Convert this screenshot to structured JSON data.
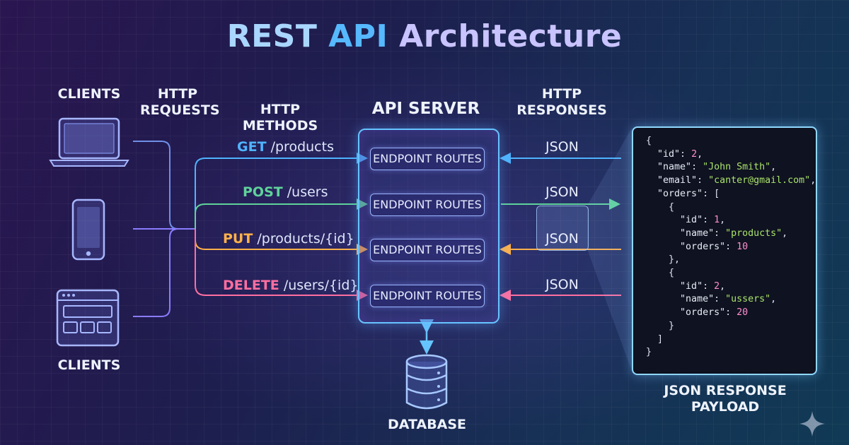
{
  "title": {
    "part1": "REST ",
    "part2": "API",
    "part3": " Architecture"
  },
  "headers": {
    "clients_top": "CLIENTS",
    "http_requests": [
      "HTTP",
      "REQUESTS"
    ],
    "http_methods": "HTTP METHODS",
    "api_server": "API SERVER",
    "http_responses": [
      "HTTP",
      "RESPONSES"
    ],
    "clients_bottom": "CLIENTS",
    "database": "DATABASE",
    "payload": "JSON RESPONSE PAYLOAD"
  },
  "methods": [
    {
      "verb": "GET",
      "path": " /products",
      "color": "#4fb3ff"
    },
    {
      "verb": "POST",
      "path": " /users",
      "color": "#5fd39a"
    },
    {
      "verb": "PUT",
      "path": " /products/{id}",
      "color": "#ffb14a"
    },
    {
      "verb": "DELETE",
      "path": " /users/{id}",
      "color": "#ff6fa0"
    }
  ],
  "endpoints": [
    "ENDPOINT ROUTES",
    "ENDPOINT ROUTES",
    "ENDPOINT ROUTES",
    "ENDPOINT ROUTES"
  ],
  "responses": [
    "JSON",
    "JSON",
    "JSON",
    "JSON"
  ],
  "client_icons": [
    "laptop-icon",
    "phone-icon",
    "browser-window-icon"
  ],
  "payload": {
    "l0": "{",
    "id_key": "\"id\"",
    "id_val": "2",
    "name_key": "\"name\"",
    "name_val": "\"John Smith\"",
    "email_key": "\"email\"",
    "email_val": "\"canter@gmail.com\"",
    "orders_key": "\"orders\"",
    "o1_id": "1",
    "o1_name": "\"products\"",
    "o1_orders": "10",
    "o2_id": "2",
    "o2_name": "\"ussers\"",
    "o2_orders": "20",
    "end": "}"
  },
  "colors": {
    "accent_blue": "#56b8ff",
    "green": "#5fd39a",
    "orange": "#ffb14a",
    "pink": "#ff6fa0",
    "purple": "#8a7cff"
  }
}
